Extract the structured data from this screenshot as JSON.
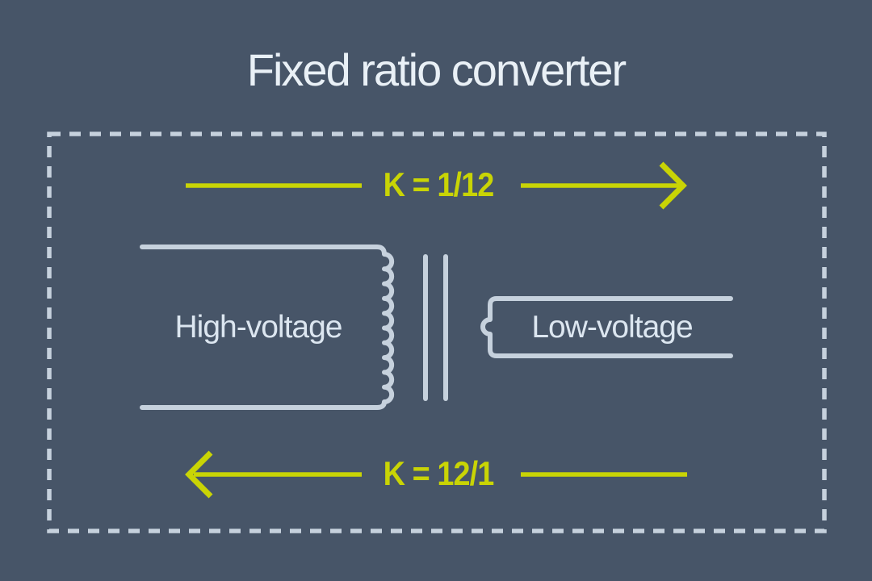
{
  "title": "Fixed ratio converter",
  "diagram": {
    "top_arrow": {
      "label": "K = 1/12",
      "direction": "right"
    },
    "bottom_arrow": {
      "label": "K = 12/1",
      "direction": "left"
    },
    "transformer": {
      "primary_label": "High-voltage",
      "secondary_label": "Low-voltage"
    }
  },
  "colors": {
    "background": "#475568",
    "line": "#c6d1dd",
    "accent": "#c9d405",
    "title_text": "#e9f0f6",
    "label_text": "#dce6f0"
  }
}
